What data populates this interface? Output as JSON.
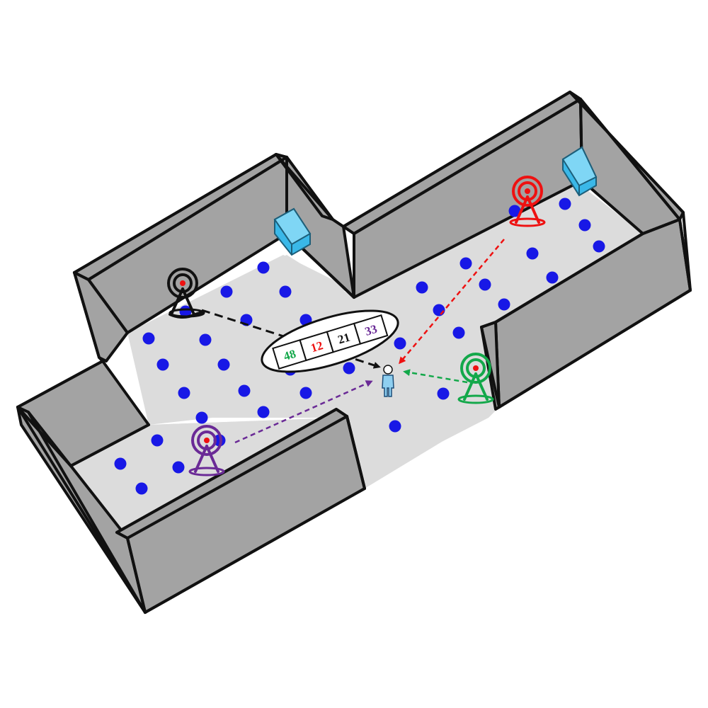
{
  "colors": {
    "reference_point": "#1818e6",
    "floor": "#dcdcdc",
    "wall": "#a3a3a3",
    "box": "#3ab8e8",
    "ap_black": "#111111",
    "ap_red": "#ee1111",
    "ap_green": "#13a84a",
    "ap_purple": "#6a2a96"
  },
  "access_points": [
    {
      "id": "black",
      "color": "#111111",
      "icon": "radio-tower-icon"
    },
    {
      "id": "red",
      "color": "#ee1111",
      "icon": "radio-tower-icon"
    },
    {
      "id": "green",
      "color": "#13a84a",
      "icon": "radio-tower-icon"
    },
    {
      "id": "purple",
      "color": "#6a2a96",
      "icon": "radio-tower-icon"
    }
  ],
  "fingerprint": {
    "values": [
      {
        "text": "48",
        "color": "#13a84a"
      },
      {
        "text": "12",
        "color": "#ee1111"
      },
      {
        "text": "21",
        "color": "#111111"
      },
      {
        "text": "33",
        "color": "#6a2a96"
      }
    ]
  },
  "icons": {
    "user": "person-icon",
    "box": "box-obstacle-icon",
    "point": "reference-point-icon"
  }
}
